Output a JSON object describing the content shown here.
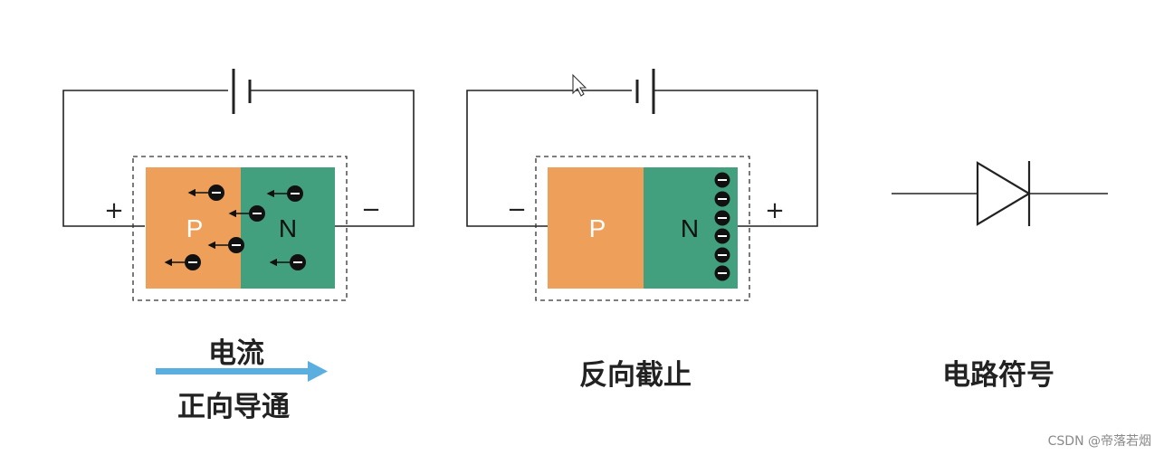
{
  "forward": {
    "p_label": "P",
    "n_label": "N",
    "left_terminal": "+",
    "right_terminal": "−",
    "caption_current": "电流",
    "caption_mode": "正向导通",
    "arrow_color": "#5aaee0"
  },
  "reverse": {
    "p_label": "P",
    "n_label": "N",
    "left_terminal": "−",
    "right_terminal": "+",
    "caption_mode": "反向截止"
  },
  "symbol": {
    "caption": "电路符号"
  },
  "colors": {
    "p_region": "#ee9f5a",
    "n_region": "#42a07e",
    "wire": "#222222",
    "electron": "#111111"
  },
  "watermark": "CSDN @帝落若烟"
}
